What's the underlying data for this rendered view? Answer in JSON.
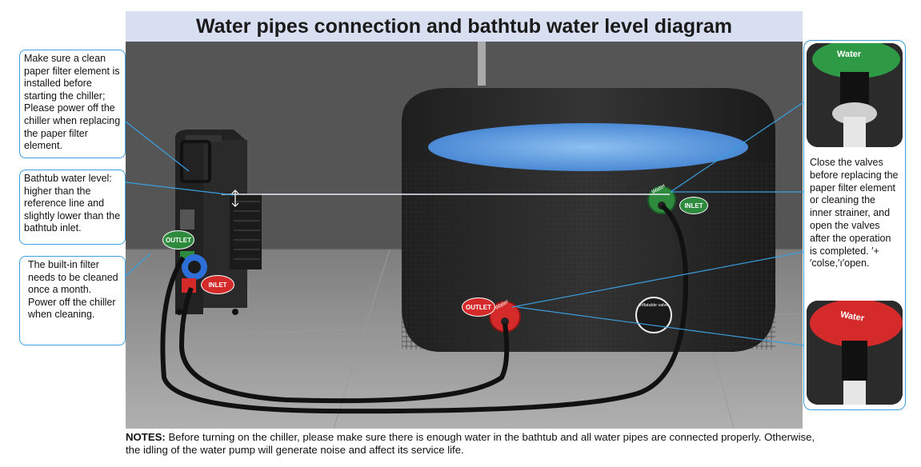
{
  "title": "Water pipes connection and bathtub water level diagram",
  "callouts": {
    "filter_element": "Make sure a clean paper filter element is installed before starting the chiller; Please power off the chiller when replacing the paper filter element.",
    "water_level": "Bathtub water level: higher than the reference line and slightly lower than the bathtub inlet.",
    "builtin_filter": "The built-in filter needs to be cleaned once a month. Power off the chiller when cleaning.",
    "valves": "Close the valves before replacing the paper filter element or cleaning the inner strainer, and open the valves after the operation is completed. ′+′colse,′ı′open."
  },
  "labels": {
    "chiller_outlet": "OUTLET",
    "chiller_inlet": "INLET",
    "tub_inlet": "INLET",
    "tub_outlet": "OUTLET",
    "valve_text": "Water",
    "inflatable_valve": "Inflatable valve"
  },
  "notes": {
    "heading": "NOTES:",
    "text": " Before turning on the chiller, please make sure there is enough water in the bathtub and all water pipes are connected properly. Otherwise, the idling of the water pump will generate noise and affect its service life."
  },
  "colors": {
    "accent": "#3aa0e0",
    "title_bg": "#d8dff0",
    "inlet_green": "#2e8b3e",
    "outlet_red": "#d42a2a",
    "tub_water": "#4d8fd8"
  }
}
